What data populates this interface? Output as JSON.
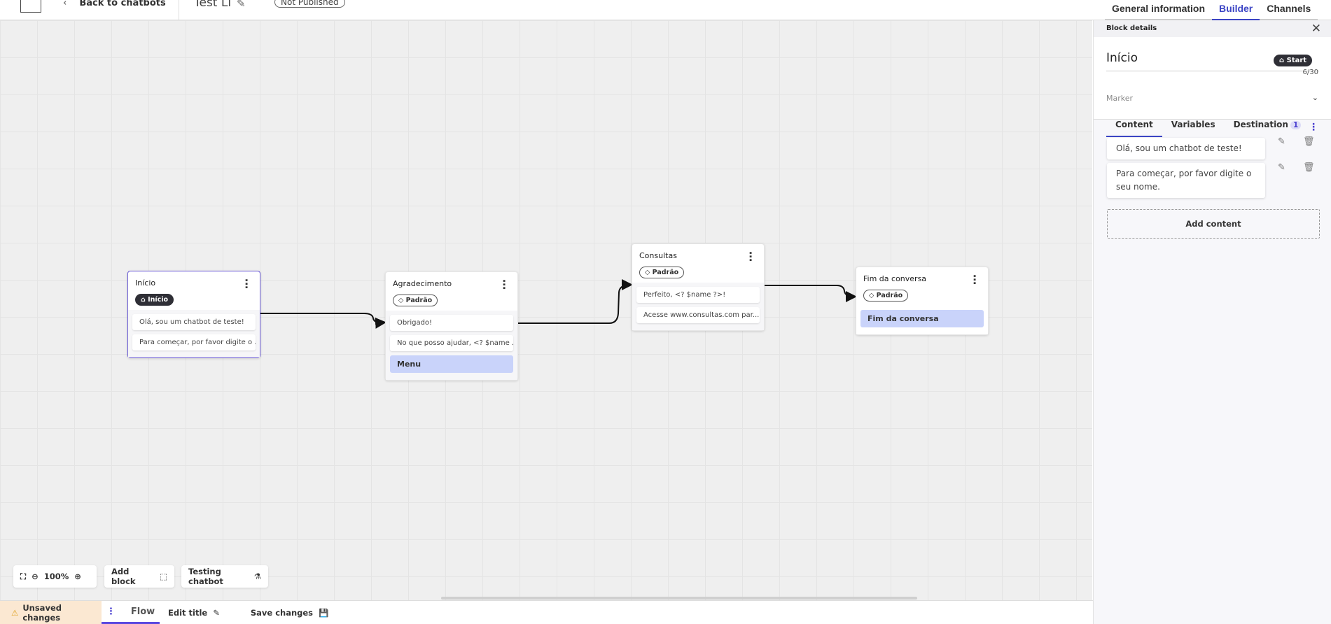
{
  "header": {
    "back_label": "Back to chatbots",
    "chatbot_title": "Test Li",
    "status": "Not Published",
    "tabs": [
      {
        "label": "General information",
        "active": false
      },
      {
        "label": "Builder",
        "active": true
      },
      {
        "label": "Channels",
        "active": false
      }
    ]
  },
  "nodes": [
    {
      "name": "Início",
      "tag": "Início",
      "tag_icon": "home-icon",
      "messages": [
        "Olá, sou um chatbot de teste!",
        "Para começar, por favor digite o ..."
      ],
      "selected": true
    },
    {
      "name": "Agradecimento",
      "tag": "Padrão",
      "tag_icon": "tag-icon",
      "messages": [
        "Obrigado!",
        "No que posso ajudar, <? $name ..."
      ],
      "menu": "Menu"
    },
    {
      "name": "Consultas",
      "tag": "Padrão",
      "tag_icon": "tag-icon",
      "messages": [
        "Perfeito, <? $name ?>!",
        "Acesse www.consultas.com par..."
      ]
    },
    {
      "name": "Fim da conversa",
      "tag": "Padrão",
      "tag_icon": "tag-icon",
      "menu": "Fim da conversa"
    }
  ],
  "controls": {
    "zoom": "100%",
    "add_block": "Add block",
    "testing": "Testing chatbot"
  },
  "bottom": {
    "unsaved": "Unsaved changes",
    "flow": "Flow",
    "edit_title": "Edit title",
    "save": "Save changes"
  },
  "panel": {
    "header": "Block details",
    "title": "Início",
    "count": "6/30",
    "marker_label": "Marker",
    "marker_value": "Start",
    "tabs": [
      {
        "label": "Content",
        "active": true
      },
      {
        "label": "Variables"
      },
      {
        "label": "Destination",
        "badge": "1"
      }
    ],
    "contents": [
      "Olá, sou um chatbot de teste!",
      "Para começar, por favor digite o seu nome."
    ],
    "add_content": "Add content"
  },
  "colors": {
    "accent": "#3b44c4",
    "selected_border": "#6a5ad6",
    "menu_fill": "#c9d3fa",
    "unsaved_bg": "#fbe8d2"
  }
}
